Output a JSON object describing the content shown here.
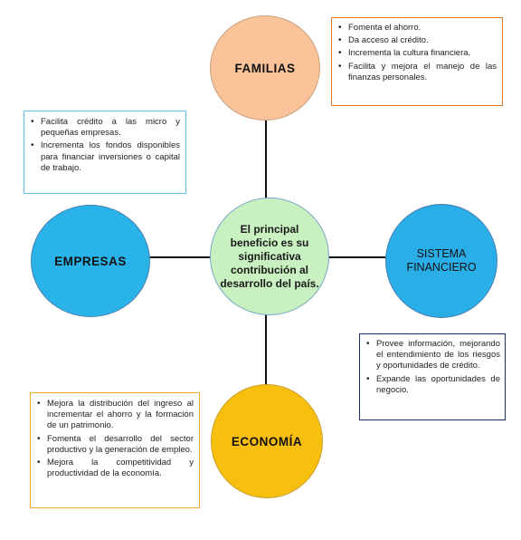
{
  "nodes": {
    "familias": "FAMILIAS",
    "empresas": "EMPRESAS",
    "sistema_line1": "SISTEMA",
    "sistema_line2": "FINANCIERO",
    "economia": "ECONOMÍA",
    "center_text": "El principal beneficio es su significativa contribución al desarrollo del país."
  },
  "boxes": {
    "familias": [
      "Fomenta el ahorro.",
      "Da acceso al crédito.",
      "Incrementa la cultura financiera.",
      "Facilita y mejora el manejo de las finanzas personales."
    ],
    "empresas": [
      "Facilita crédito a las micro y pequeñas empresas.",
      "Incrementa los fondos disponibles para financiar inversiones o capital de trabajo."
    ],
    "sistema": [
      "Provee información, mejorando el entendimiento de los riesgos y oportunidades de crédito.",
      "Expande las oportunidades de negocio."
    ],
    "economia": [
      "Mejora la distribución del ingreso al incrementar el ahorro y la formación de un patrimonio.",
      "Fomenta el desarrollo del sector productivo y la generación de empleo.",
      "Mejora la competitividad y productividad de la economía."
    ]
  },
  "colors": {
    "familias_fill": "#fbc39a",
    "empresas_fill": "#29b3e9",
    "sistema_fill": "#2aaee8",
    "economia_fill": "#f8bf0e",
    "center_fill": "#c8f0c0"
  }
}
